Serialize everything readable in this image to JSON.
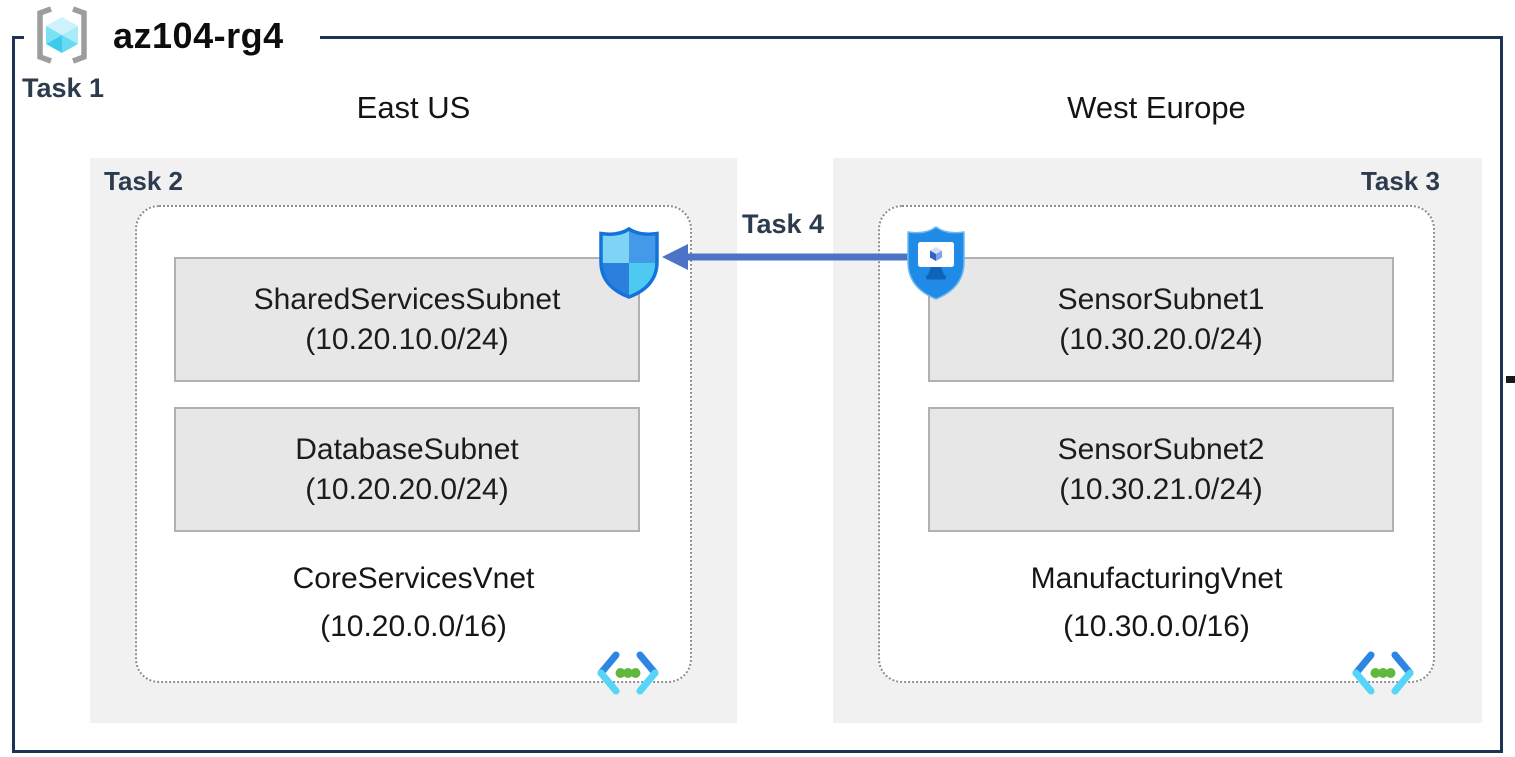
{
  "diagram": {
    "resource_group": {
      "name": "az104-rg4",
      "task": "Task 1",
      "icon": "resource-group-icon"
    },
    "regions": [
      {
        "name": "East US",
        "task": "Task 2",
        "vnet": {
          "name": "CoreServicesVnet",
          "cidr": "(10.20.0.0/16)",
          "icon": "virtual-network-icon",
          "subnets": [
            {
              "name": "SharedServicesSubnet",
              "cidr": "(10.20.10.0/24)"
            },
            {
              "name": "DatabaseSubnet",
              "cidr": "(10.20.20.0/24)"
            }
          ]
        }
      },
      {
        "name": "West Europe",
        "task": "Task 3",
        "vnet": {
          "name": "ManufacturingVnet",
          "cidr": "(10.30.0.0/16)",
          "icon": "virtual-network-icon",
          "subnets": [
            {
              "name": "SensorSubnet1",
              "cidr": "(10.30.20.0/24)"
            },
            {
              "name": "SensorSubnet2",
              "cidr": "(10.30.21.0/24)"
            }
          ]
        }
      }
    ],
    "connection": {
      "task": "Task 4",
      "arrow_direction": "right-to-left",
      "from_icon": "bastion-icon",
      "to_icon": "security-shield-icon"
    }
  },
  "colors": {
    "outer_border": "#1f3356",
    "task_label": "#2d3b4e",
    "region_fill": "#f1f1f2",
    "subnet_fill": "#e7e7e7",
    "subnet_border": "#b1b1b1",
    "dotted_border": "#8e8e8e",
    "arrow_blue": "#4c73c5",
    "azure_blue": "#1f8be6",
    "cyan_accent": "#56d5f8",
    "green_dot": "#62b83f"
  }
}
